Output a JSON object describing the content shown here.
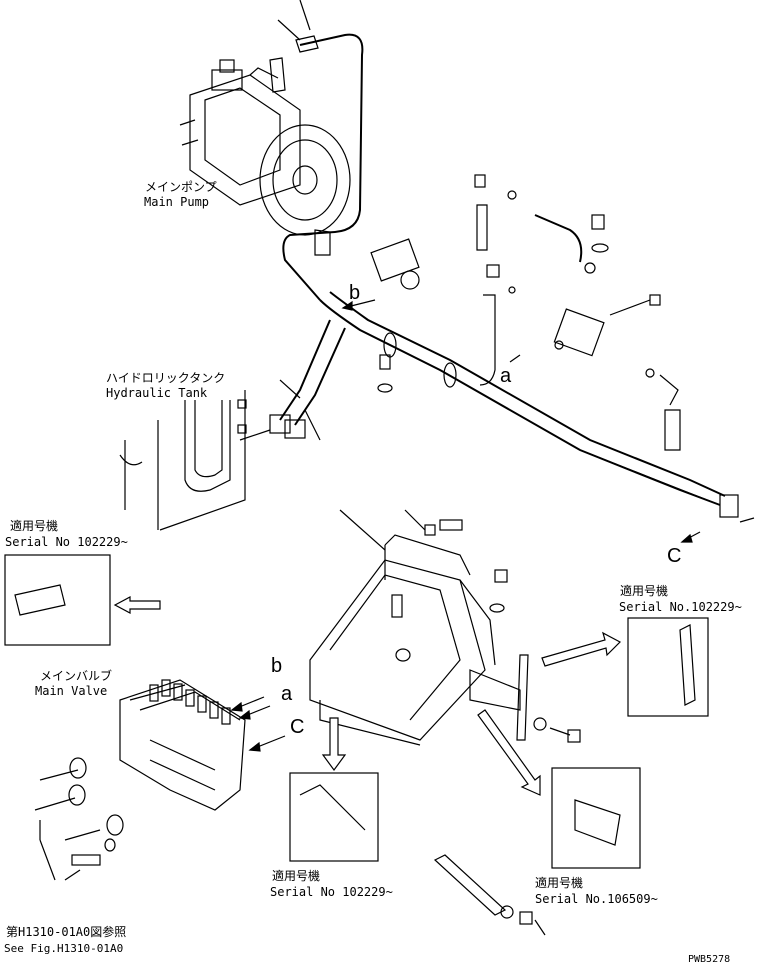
{
  "labels": {
    "main_pump_jp": "メインポンプ",
    "main_pump_en": "Main Pump",
    "hydraulic_tank_jp": "ハイドロリックタンク",
    "hydraulic_tank_en": "Hydraulic Tank",
    "main_valve_jp": "メインバルブ",
    "main_valve_en": "Main Valve",
    "serial_jp_1": "適用号機",
    "serial_en_1": "Serial No 102229~",
    "serial_jp_2": "適用号機",
    "serial_en_2": "Serial No.102229~",
    "serial_jp_3": "適用号機",
    "serial_en_3": "Serial No 102229~",
    "serial_jp_4": "適用号機",
    "serial_en_4": "Serial No.106509~",
    "see_fig_jp": "第H1310-01A0図参照",
    "see_fig_en": "See Fig.H1310-01A0",
    "drawing_no": "PWB5278"
  },
  "callouts": {
    "a_top": "a",
    "b_top": "b",
    "c_top": "C",
    "a_valve": "a",
    "b_valve": "b",
    "c_valve": "C"
  }
}
